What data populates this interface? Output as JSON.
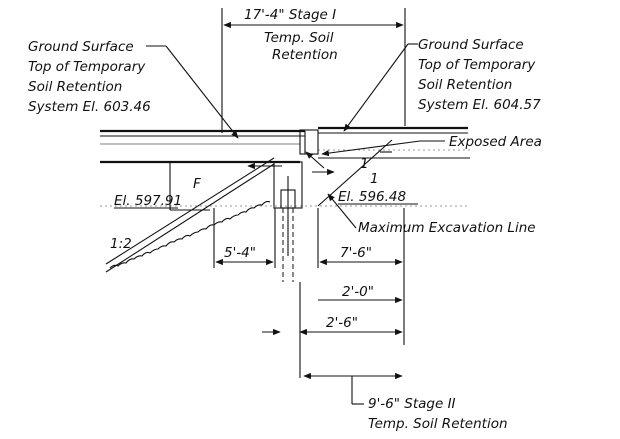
{
  "labels": {
    "stage1_dim": "17'-4\" Stage I",
    "stage1_desc_1": "Temp. Soil",
    "stage1_desc_2": "Retention",
    "left_note_1": "Ground Surface",
    "left_note_2": "Top of Temporary",
    "left_note_3": "Soil Retention",
    "left_note_4": "System El. 603.46",
    "right_note_1": "Ground Surface",
    "right_note_2": "Top of Temporary",
    "right_note_3": "Soil Retention",
    "right_note_4": "System El. 604.57",
    "exposed_area": "Exposed Area",
    "slope_right_top": "1",
    "slope_right_bottom": "1",
    "fill_mark": "F",
    "el_left": "El. 597.91",
    "el_right": "El. 596.48",
    "max_excavation": "Maximum Excavation Line",
    "slope_left": "1:2",
    "dim_5_4": "5'-4\"",
    "dim_7_6": "7'-6\"",
    "dim_2_0": "2'-0\"",
    "dim_2_6": "2'-6\"",
    "stage2_dim": "9'-6\" Stage II",
    "stage2_desc": "Temp. Soil Retention"
  }
}
